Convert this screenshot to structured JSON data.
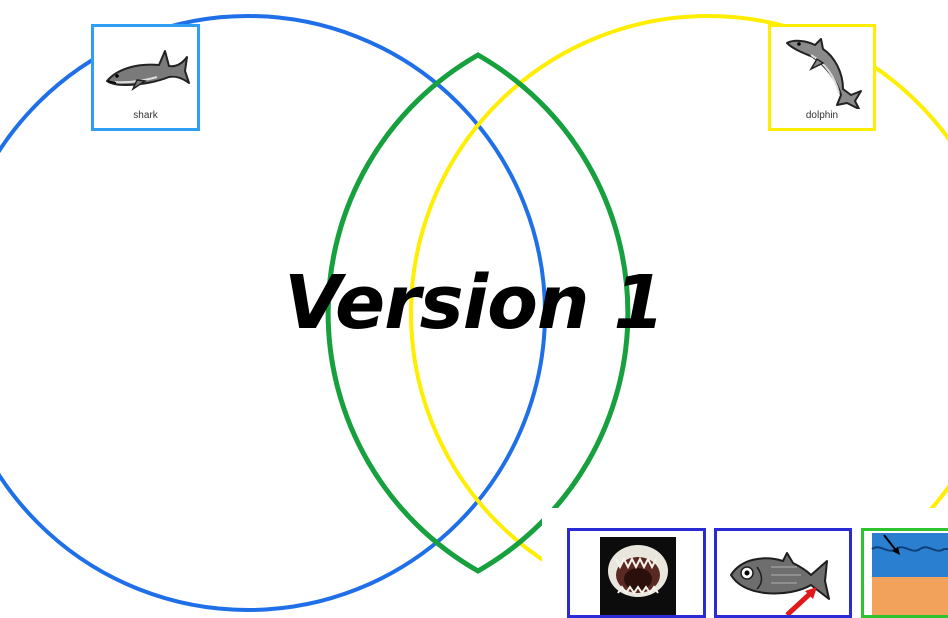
{
  "title": "Version 1",
  "circles": {
    "left": {
      "stroke": "#1f6fe8"
    },
    "right": {
      "stroke": "#ffee00"
    },
    "overlap": {
      "stroke": "#16a03e"
    }
  },
  "cards": {
    "shark": {
      "label": "shark",
      "icon": "shark-icon",
      "border": "#2f9ef5"
    },
    "dolphin": {
      "label": "dolphin",
      "icon": "dolphin-icon",
      "border": "#ffee00"
    }
  },
  "strip": [
    {
      "icon": "shark-open-jaws-photo",
      "border": "#2b2bd6"
    },
    {
      "icon": "fish-with-arrow-icon",
      "border": "#2b2bd6"
    },
    {
      "icon": "ocean-water-icon",
      "border": "#2ec42e"
    }
  ]
}
